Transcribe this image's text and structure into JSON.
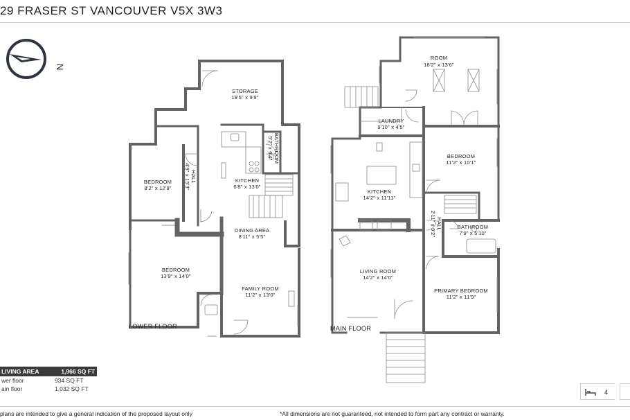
{
  "header": {
    "address": "29 FRASER ST VANCOUVER V5X 3W3"
  },
  "compass": {
    "letter": "N"
  },
  "floors": {
    "lower": {
      "label": "LOWER FLOOR",
      "rooms": {
        "storage": {
          "name": "STORAGE",
          "dims": "19'5\" x 9'9\""
        },
        "bathroom": {
          "name": "BATHROOM",
          "dims": "5'2\" x 6'4\""
        },
        "hall": {
          "name": "HALL",
          "dims": "4'9\" x 15'3\""
        },
        "kitchen": {
          "name": "KITCHEN",
          "dims": "6'8\" x 13'0\""
        },
        "bedroom1": {
          "name": "BEDROOM",
          "dims": "8'2\" x 12'8\""
        },
        "dining": {
          "name": "DINING AREA",
          "dims": "8'11\" x 5'5\""
        },
        "bedroom2": {
          "name": "BEDROOM",
          "dims": "13'9\" x 14'0\""
        },
        "family": {
          "name": "FAMILY ROOM",
          "dims": "11'2\" x 13'0\""
        }
      }
    },
    "main": {
      "label": "MAIN FLOOR",
      "rooms": {
        "room": {
          "name": "ROOM",
          "dims": "18'2\" x 13'6\""
        },
        "laundry": {
          "name": "LAUNDRY",
          "dims": "9'10\" x 4'5\""
        },
        "bedroom": {
          "name": "BEDROOM",
          "dims": "11'2\" x 10'1\""
        },
        "kitchen": {
          "name": "KITCHEN",
          "dims": "14'2\" x 11'11\""
        },
        "hall": {
          "name": "HALL",
          "dims": "2'11\" x 9'2\""
        },
        "bathroom": {
          "name": "BATHROOM",
          "dims": "7'9\" x 5'10\""
        },
        "living": {
          "name": "LIVING ROOM",
          "dims": "14'2\" x 14'0\""
        },
        "primary": {
          "name": "PRIMARY BEDROOM",
          "dims": "11'2\" x 11'9\""
        }
      }
    }
  },
  "area_table": {
    "title": "LIVING AREA",
    "total": "1,966 SQ FT",
    "rows": [
      {
        "label": "wer floor",
        "value": "934 SQ FT"
      },
      {
        "label": "ain floor",
        "value": "1,032 SQ FT"
      }
    ]
  },
  "footer": {
    "left": "plans are intended to give a general indication of the proposed layout only",
    "right": "*All dimensions are not guaranteed, not intended to form part any contract or warranty."
  },
  "summary": {
    "bedrooms": "4"
  },
  "colors": {
    "wall": "#636363",
    "text": "#222222",
    "table_header": "#3a3a3a"
  }
}
